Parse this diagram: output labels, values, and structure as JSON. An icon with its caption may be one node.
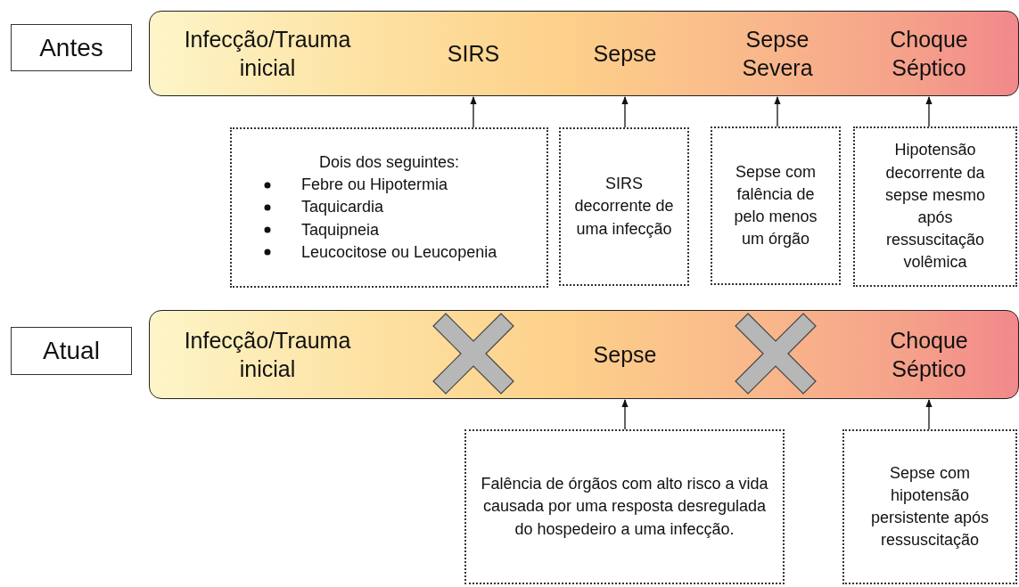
{
  "diagram": {
    "nodes": [
      {
        "text": [
          "Antes"
        ]
      },
      {
        "text": [],
        "shape": "bar"
      },
      {
        "text": [
          "Infecção/Trauma inicial"
        ],
        "in": 1
      },
      {
        "text": [
          "SIRS"
        ],
        "in": 1
      },
      {
        "text": [
          "Sepse"
        ],
        "in": 1
      },
      {
        "text": [
          "Sepse Severa"
        ],
        "in": 1
      },
      {
        "text": [
          "Choque Séptico"
        ],
        "in": 1
      },
      {
        "text": [
          "Dois dos seguintes:",
          "Febre ou Hipotermia",
          "Taquicardia",
          "Taquipneia",
          "Leucocitose ou Leucopenia"
        ]
      },
      {
        "text": [
          "SIRS decorrente de uma infecção"
        ]
      },
      {
        "text": [
          "Sepse com falência de pelo menos um órgão"
        ]
      },
      {
        "text": [
          "Hipotensão decorrente da sepse mesmo após ressuscitação volêmica"
        ]
      },
      {
        "text": [
          "Atual"
        ]
      },
      {
        "text": [],
        "shape": "bar"
      },
      {
        "text": [
          "Infecção/Trauma inicial"
        ],
        "in": 12
      },
      {
        "text": [
          "Sepse"
        ],
        "in": 12
      },
      {
        "text": [
          "Choque Séptico"
        ],
        "in": 12
      },
      {
        "text": [
          "Falência de órgãos com alto risco a vida causada por uma resposta desregulada do hospedeiro a uma infecção."
        ]
      },
      {
        "text": [
          "Sepse com hipotensão persistente após ressuscitação"
        ]
      }
    ],
    "edges": [
      {
        "from": 7,
        "to": 3,
        "arrow": "to"
      },
      {
        "from": 8,
        "to": 4,
        "arrow": "to"
      },
      {
        "from": 9,
        "to": 5,
        "arrow": "to"
      },
      {
        "from": 10,
        "to": 6,
        "arrow": "to"
      },
      {
        "from": 16,
        "to": 14,
        "arrow": "to"
      },
      {
        "from": 17,
        "to": 15,
        "arrow": "to"
      }
    ]
  }
}
